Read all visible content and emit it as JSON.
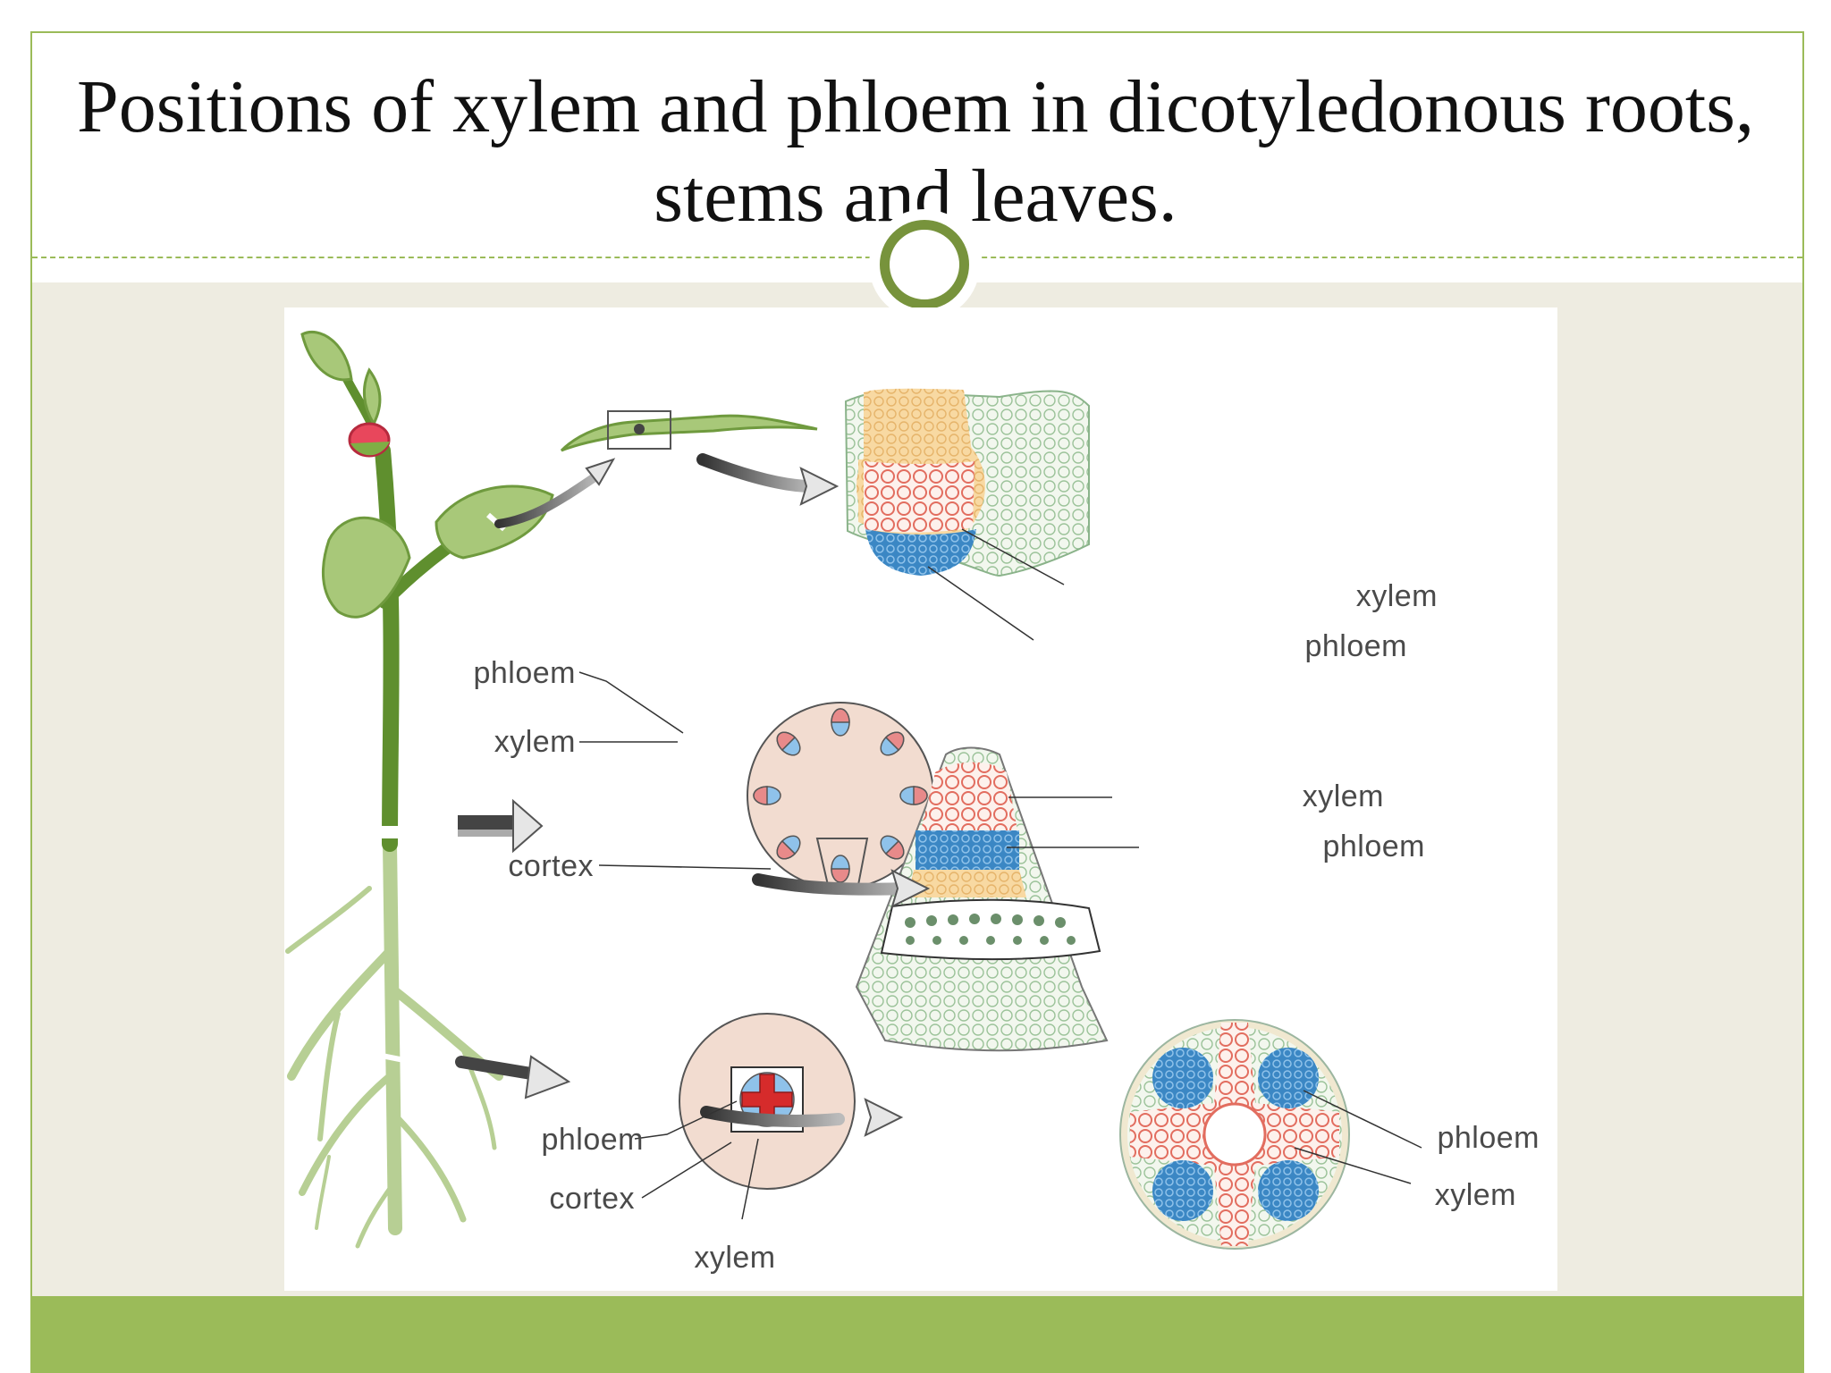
{
  "slide": {
    "title": "Positions of xylem and phloem in dicotyledonous roots, stems and leaves."
  },
  "diagram": {
    "leaf_labels": {
      "xylem": "xylem",
      "phloem": "phloem"
    },
    "stem_labels": {
      "phloem": "phloem",
      "xylem": "xylem",
      "cortex": "cortex"
    },
    "stem_detail_labels": {
      "xylem": "xylem",
      "phloem": "phloem"
    },
    "root_labels": {
      "phloem": "phloem",
      "cortex": "cortex",
      "xylem": "xylem"
    },
    "root_detail_labels": {
      "phloem": "phloem",
      "xylem": "xylem"
    }
  },
  "colors": {
    "accent_green": "#9bbb59",
    "dark_green": "#77933c",
    "body_bg": "#eeece1",
    "xylem_blue": "#3b87c4",
    "phloem_red": "#e88a8a",
    "cortex_pink": "#f2dcd0"
  }
}
